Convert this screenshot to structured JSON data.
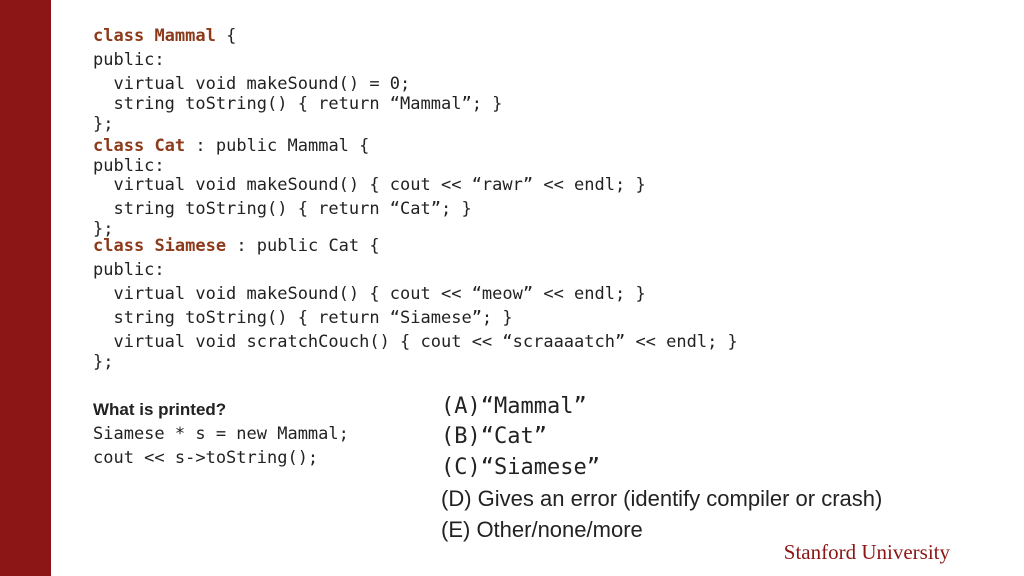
{
  "code_lines": [
    "class Mammal {",
    "public:",
    "  virtual void makeSound() = 0;",
    "  string toString() { return “Mammal”; }",
    "};",
    "class Cat : public Mammal {",
    "public:",
    "  virtual void makeSound() { cout << “rawr” << endl; }",
    "  string toString() { return “Cat”; }",
    "};",
    "class Siamese : public Cat {",
    "public:",
    "  virtual void makeSound() { cout << “meow” << endl; }",
    "  string toString() { return “Siamese”; }",
    "  virtual void scratchCouch() { cout << “scraaaatch” << endl; }",
    "};"
  ],
  "keywords": {
    "class": "class",
    "mammal": "Mammal",
    "cat": "Cat",
    "siamese": "Siamese"
  },
  "line_parts": {
    "mammal_rest": " {",
    "cat_rest": " : public Mammal {",
    "siamese_rest": " : public Cat {"
  },
  "question": {
    "title": "What is printed?",
    "line1": "Siamese * s = new Mammal;",
    "line2": "cout << s->toString();"
  },
  "choices": {
    "a": "(A)“Mammal”",
    "b": "(B)“Cat”",
    "c": "(C)“Siamese”",
    "d": "(D) Gives an error (identify compiler or crash)",
    "e": "(E) Other/none/more"
  },
  "branding": {
    "logo_text": "Stanford University",
    "bar_color": "#8c1515"
  }
}
